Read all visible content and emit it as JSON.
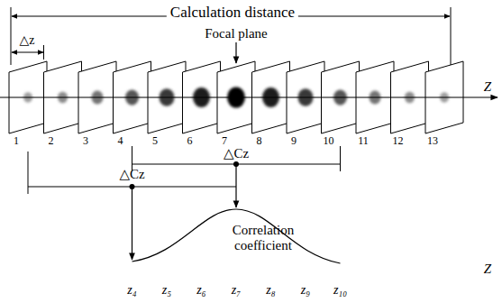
{
  "diagram": {
    "labels": [
      "Calculation distance",
      "△z",
      "Focal plane",
      "Z",
      "1",
      "2",
      "3",
      "4",
      "5",
      "6",
      "7",
      "8",
      "9",
      "10",
      "11",
      "12",
      "13",
      "△Cz",
      "△Cz",
      "Correlation coefficient",
      "Z",
      "z₄",
      "z₅",
      "z₆",
      "z₇",
      "z₈",
      "z₉",
      "z₁₀"
    ]
  }
}
